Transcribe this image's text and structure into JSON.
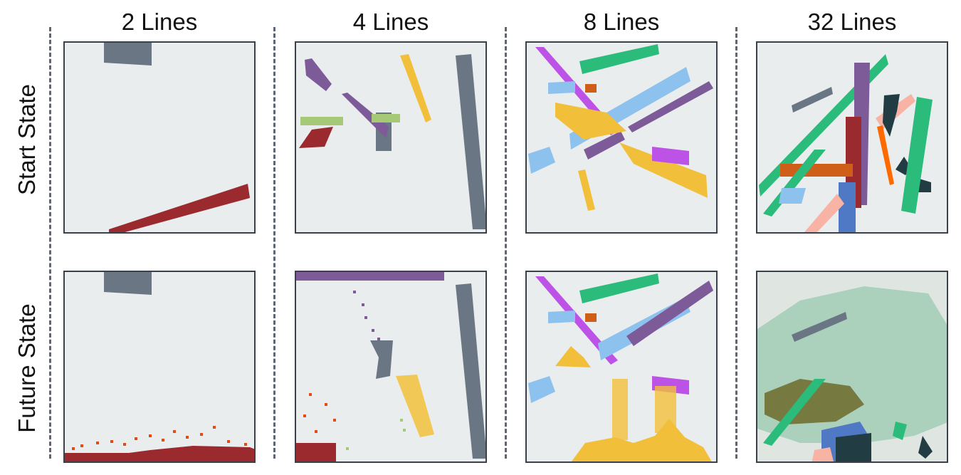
{
  "columns": [
    "2 Lines",
    "4 Lines",
    "8 Lines",
    "32 Lines"
  ],
  "rows": [
    "Start State",
    "Future State"
  ],
  "colors": {
    "background": "#e9edee",
    "gray": "#6b7685",
    "dark_red": "#9b2a2f",
    "purple": "#7d5a98",
    "yellow": "#f2bf3b",
    "light_green": "#a6c978",
    "green": "#2bbb7a",
    "light_blue": "#8ec2ee",
    "magenta": "#bd52e6",
    "orange": "#cf5f18",
    "salmon": "#f8b3a4",
    "dark_teal": "#223c44",
    "blue": "#4f79c4"
  }
}
